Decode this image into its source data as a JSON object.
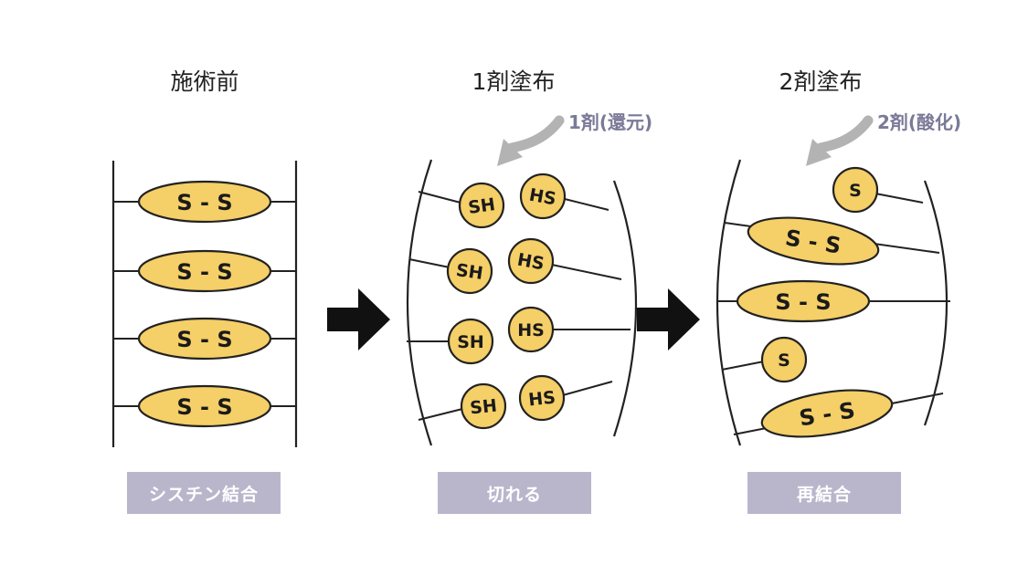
{
  "stages": [
    {
      "title": "施術前",
      "caption": "シスチン結合"
    },
    {
      "title": "1剤塗布",
      "caption": "切れる",
      "agent_label": "1剤(還元)"
    },
    {
      "title": "2剤塗布",
      "caption": "再結合",
      "agent_label": "2剤(酸化)"
    }
  ],
  "bonds": {
    "disulfide": "S - S",
    "thiol_left": "SH",
    "thiol_right": "HS",
    "sulfur": "S"
  },
  "colors": {
    "fill": "#f5cf67",
    "stroke": "#222222",
    "arrow": "#111111",
    "hint_arrow": "#b3b3b3",
    "caption_bg": "#b9b6cc"
  }
}
